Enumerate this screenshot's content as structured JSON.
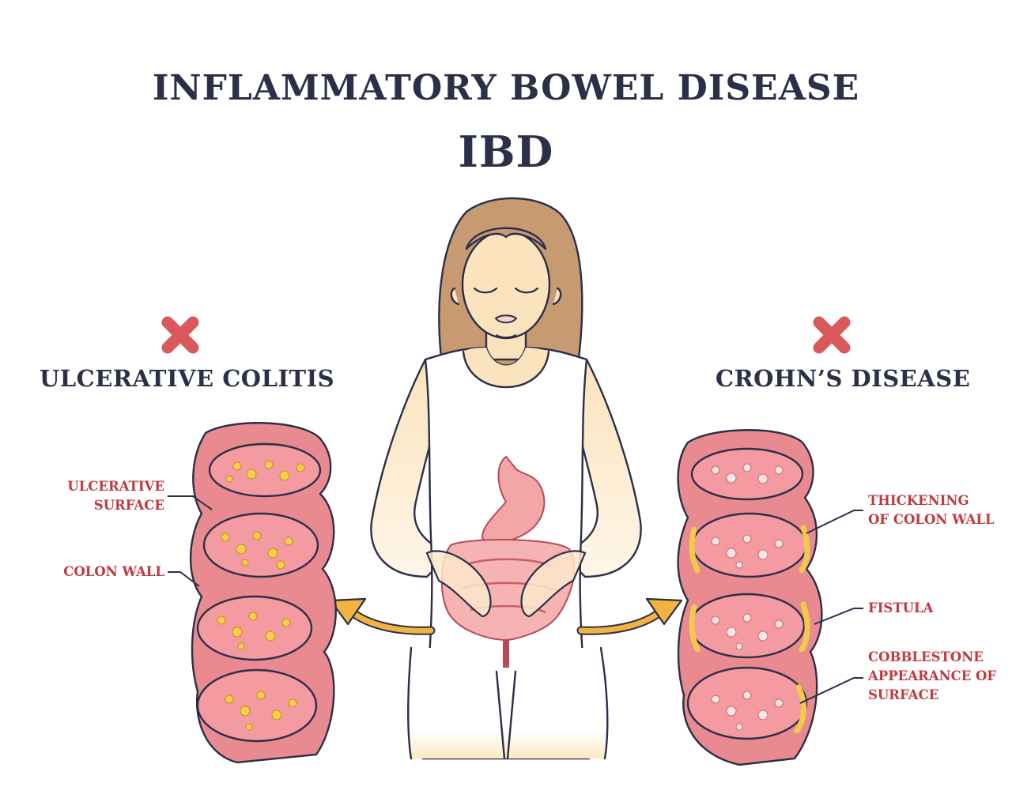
{
  "title": "INFLAMMATORY BOWEL DISEASE",
  "subtitle": "IBD",
  "left_panel": {
    "heading": "ULCERATIVE COLITIS",
    "labels": [
      "ULCERATIVE SURFACE",
      "COLON WALL"
    ],
    "label_lines": [
      [
        "ULCERATIVE",
        "SURFACE"
      ],
      [
        "COLON WALL"
      ]
    ]
  },
  "right_panel": {
    "heading": "CROHN’S DISEASE",
    "labels": [
      "THICKENING OF COLON WALL",
      "FISTULA",
      "COBBLESTONE APPEARANCE OF SURFACE"
    ],
    "label_lines": [
      [
        "THICKENING",
        "OF COLON WALL"
      ],
      [
        "FISTULA"
      ],
      [
        "COBBLESTONE",
        "APPEARANCE OF",
        "SURFACE"
      ]
    ]
  },
  "colors": {
    "title_text": "#2b2f48",
    "label_red": "#c0393f",
    "x_mark": "#d9595c",
    "colon_wall": "#e88a90",
    "colon_inner": "#f09aa0",
    "ulcer_yellow": "#f5cf4b",
    "cobble_white": "#f7e6e8",
    "thickening_yellow": "#f2c94c",
    "arrow_orange": "#f2b43f",
    "skin": "#fbe6c4",
    "hair": "#c79a72",
    "organ_pink": "#f3a6a8"
  },
  "icons": [
    "x-mark-icon",
    "x-mark-icon",
    "curved-arrow-icon",
    "curved-arrow-icon"
  ]
}
